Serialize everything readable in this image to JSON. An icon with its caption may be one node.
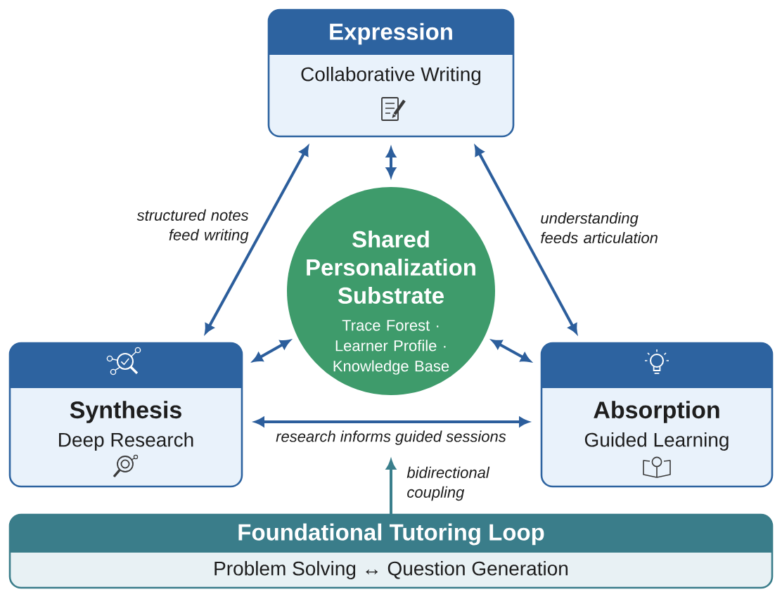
{
  "diagram": {
    "nodes": [
      {
        "text": [
          "Expression",
          "Collaborative Writing"
        ]
      },
      {
        "text": [
          "Shared Personalization Substrate",
          "Trace Forest · Learner Profile · Knowledge Base"
        ]
      },
      {
        "text": [
          "Synthesis",
          "Deep Research"
        ]
      },
      {
        "text": [
          "Absorption",
          "Guided Learning"
        ]
      },
      {
        "text": [
          "Foundational Tutoring Loop",
          "Problem Solving ↔ Question Generation"
        ]
      }
    ],
    "edges": [
      {
        "from": 0,
        "to": 2,
        "arrow": "both",
        "label": "structured notes feed writing"
      },
      {
        "from": 0,
        "to": 3,
        "arrow": "both",
        "label": "understanding feeds articulation"
      },
      {
        "from": 0,
        "to": 1,
        "arrow": "both"
      },
      {
        "from": 1,
        "to": 2,
        "arrow": "both"
      },
      {
        "from": 1,
        "to": 3,
        "arrow": "both"
      },
      {
        "from": 2,
        "to": 3,
        "arrow": "both",
        "label": "research informs guided sessions"
      },
      {
        "from": 4,
        "to": null,
        "arrow": "to",
        "label": "bidirectional coupling",
        "color": "#3a7f8c"
      }
    ]
  }
}
